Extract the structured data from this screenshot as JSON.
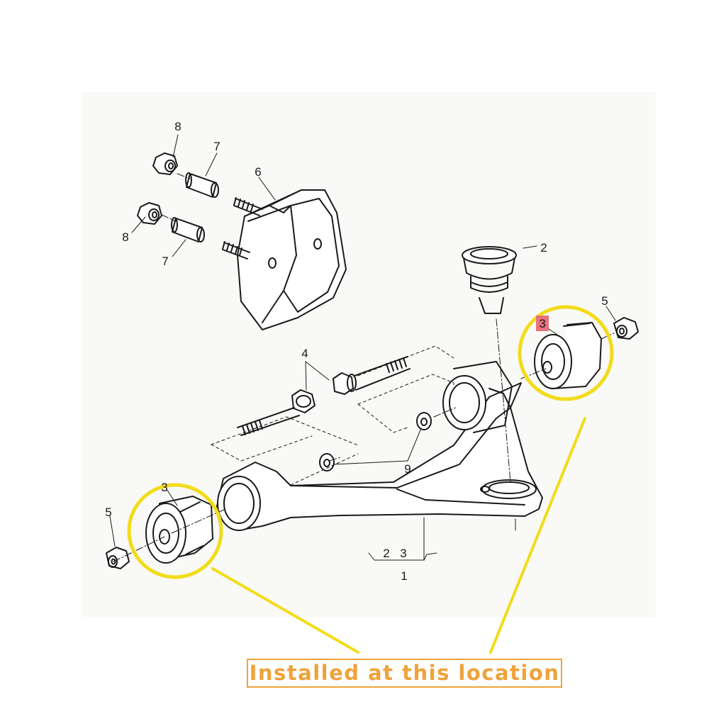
{
  "callouts": {
    "c1": "1",
    "c2a": "2",
    "c2b": "2",
    "c3a": "3",
    "c3b": "3",
    "c3c": "3",
    "c4": "4",
    "c5a": "5",
    "c5b": "5",
    "c6": "6",
    "c7a": "7",
    "c7b": "7",
    "c8a": "8",
    "c8b": "8",
    "c9": "9"
  },
  "caption": "Installed at this location",
  "colors": {
    "highlight_ring": "#f2dc1a",
    "caption": "#f0a23a",
    "part_highlight": "#e8727c",
    "line": "#1a1a1a"
  }
}
